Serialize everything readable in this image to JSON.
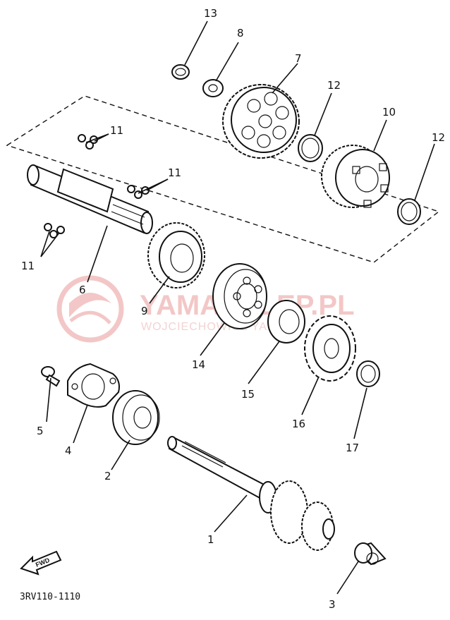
{
  "watermark": {
    "main": "YAMASKLEP.PL",
    "sub": "WOJCIECHOWICZ  YAMAHA"
  },
  "diagram_code": "3RV110-1110",
  "fwd_label": "FWD",
  "labels": {
    "l1": "1",
    "l2": "2",
    "l3": "3",
    "l4": "4",
    "l5": "5",
    "l6": "6",
    "l7": "7",
    "l8": "8",
    "l9": "9",
    "l10": "10",
    "l11a": "11",
    "l11b": "11",
    "l11c": "11",
    "l12a": "12",
    "l12b": "12",
    "l13": "13",
    "l14": "14",
    "l15": "15",
    "l16": "16",
    "l17": "17"
  }
}
